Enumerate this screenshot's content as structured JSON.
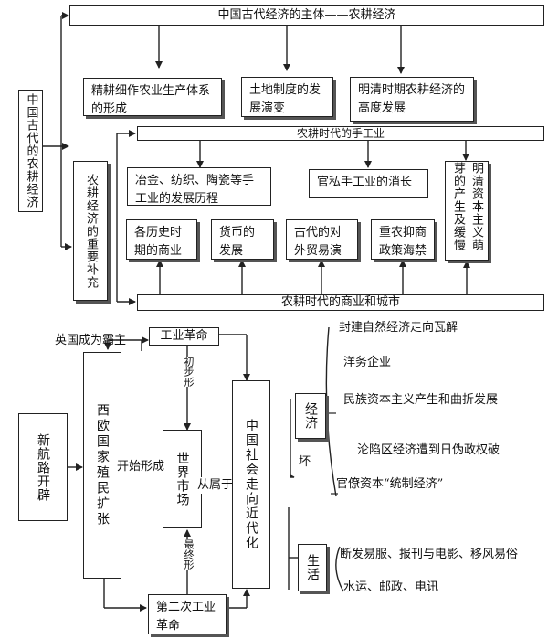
{
  "top": {
    "main_subject": "中国古代经济的主体——农耕经济",
    "left_title": "中国古代的农耕经济",
    "supplement": "农耕经济的重要补充",
    "jinggeng": "精耕细作农业生产体系的形成",
    "land": "土地制度的发展演变",
    "ming_qing": "明清时期农耕经济的高度发展",
    "handicraft": "农耕时代的手工业",
    "metal": "冶金、纺织、陶瓷等手工业的发展历程",
    "guan_si": "官私手工业的消长",
    "sprouts": "明清资本主义萌芽的产生及缓慢",
    "commerce_history": "各历史时期的商业",
    "currency": "货币的发展",
    "foreign_trade": "古代的对外贸易演",
    "haijin": "重农抑商政策海禁",
    "commerce_city": "农耕时代的商业和城市"
  },
  "bottom": {
    "new_routes": "新航路开辟",
    "colonial": "西欧国家殖民扩张",
    "britain": "英国成为霸主",
    "industrial_rev": "工业革命",
    "initial": "初步形",
    "world_market": "世界市场",
    "start_forming": "开始形成",
    "subordinate": "从属于",
    "final": "最终形",
    "second_rev": "第二次工业革命",
    "modernization": "中国社会走向近代化",
    "economy": "经济",
    "life": "生活",
    "huai": "坏",
    "economy_items": [
      "封建自然经济走向瓦解",
      "洋务企业",
      "民族资本主义产生和曲折发展",
      "沦陷区经济遭到日伪政权破",
      "官僚资本“统制经济”"
    ],
    "life_items": [
      "断发易服、报刊与电影、移风易俗",
      "水运、邮政、电讯"
    ]
  }
}
